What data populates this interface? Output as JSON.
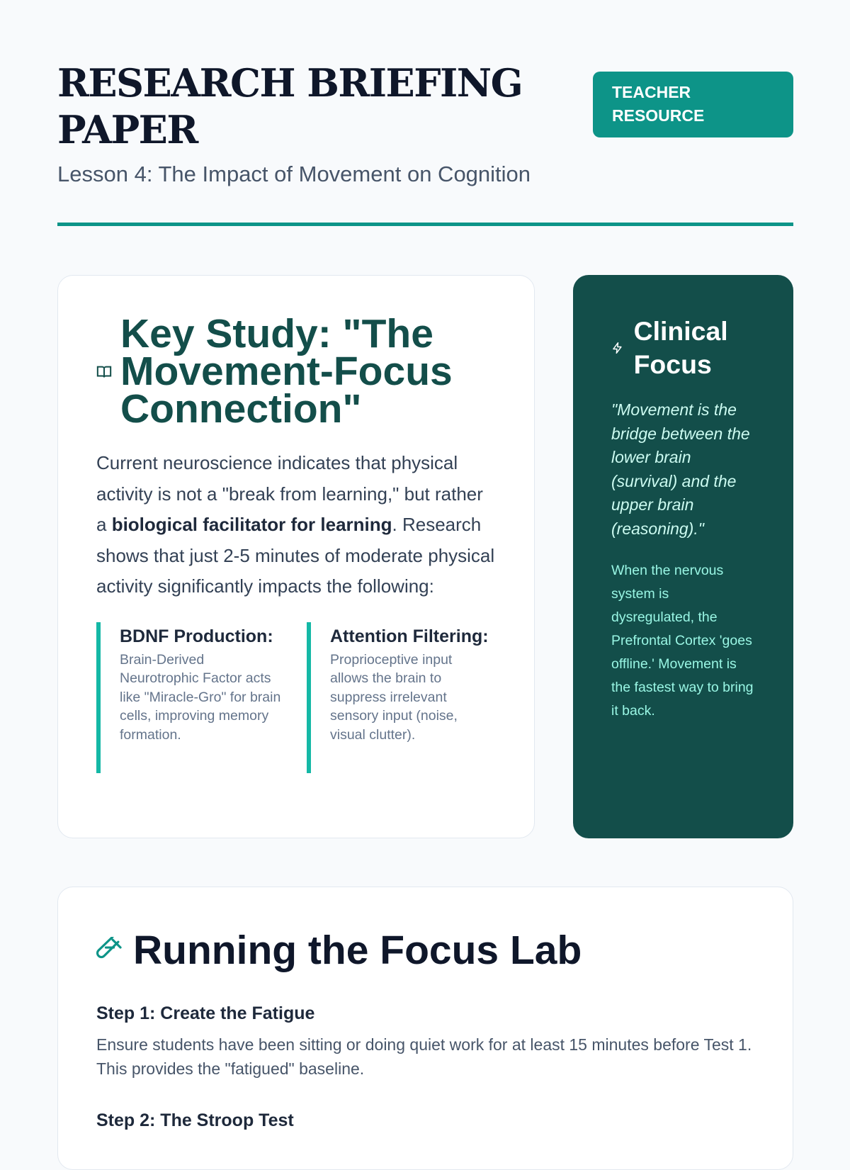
{
  "header": {
    "title": "RESEARCH BRIEFING PAPER",
    "badge": "TEACHER RESOURCE",
    "subtitle": "Lesson 4: The Impact of Movement on Cognition"
  },
  "key_study": {
    "title": "Key Study: \"The Movement-Focus Connection\"",
    "body_pre": "Current neuroscience indicates that physical activity is not a \"break from learning,\" but rather a ",
    "body_bold": "biological facilitator for learning",
    "body_post": ". Research shows that just 2-5 minutes of moderate physical activity significantly impacts the following:",
    "points": [
      {
        "title": "BDNF Production:",
        "text": "Brain-Derived Neurotrophic Factor acts like \"Miracle-Gro\" for brain cells, improving memory formation."
      },
      {
        "title": "Attention Filtering:",
        "text": "Proprioceptive input allows the brain to suppress irrelevant sensory input (noise, visual clutter)."
      }
    ]
  },
  "clinical": {
    "title": "Clinical Focus",
    "quote": "\"Movement is the bridge between the lower brain (survival) and the upper brain (reasoning).\"",
    "text": "When the nervous system is dysregulated, the Prefrontal Cortex 'goes offline.' Movement is the fastest way to bring it back."
  },
  "lab": {
    "title": "Running the Focus Lab",
    "steps": [
      {
        "title": "Step 1: Create the Fatigue",
        "text": "Ensure students have been sitting or doing quiet work for at least 15 minutes before Test 1. This provides the \"fatigued\" baseline."
      },
      {
        "title": "Step 2: The Stroop Test",
        "text": ""
      }
    ]
  }
}
